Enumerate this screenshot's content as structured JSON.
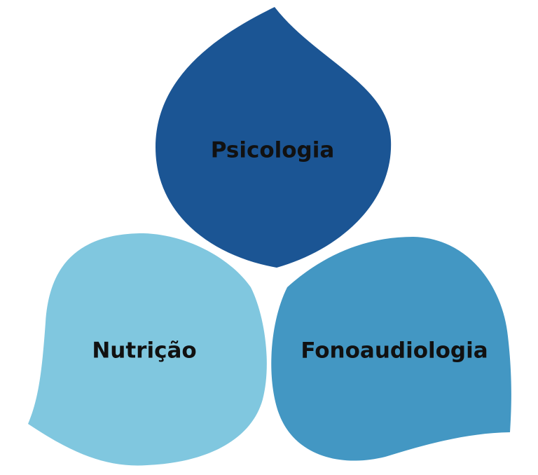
{
  "petals": [
    {
      "label": "Psicologia",
      "color": "#1B5594"
    },
    {
      "label": "Nutrição",
      "color": "#80C7DF"
    },
    {
      "label": "Fonoaudiologia",
      "color": "#4397C3"
    }
  ]
}
